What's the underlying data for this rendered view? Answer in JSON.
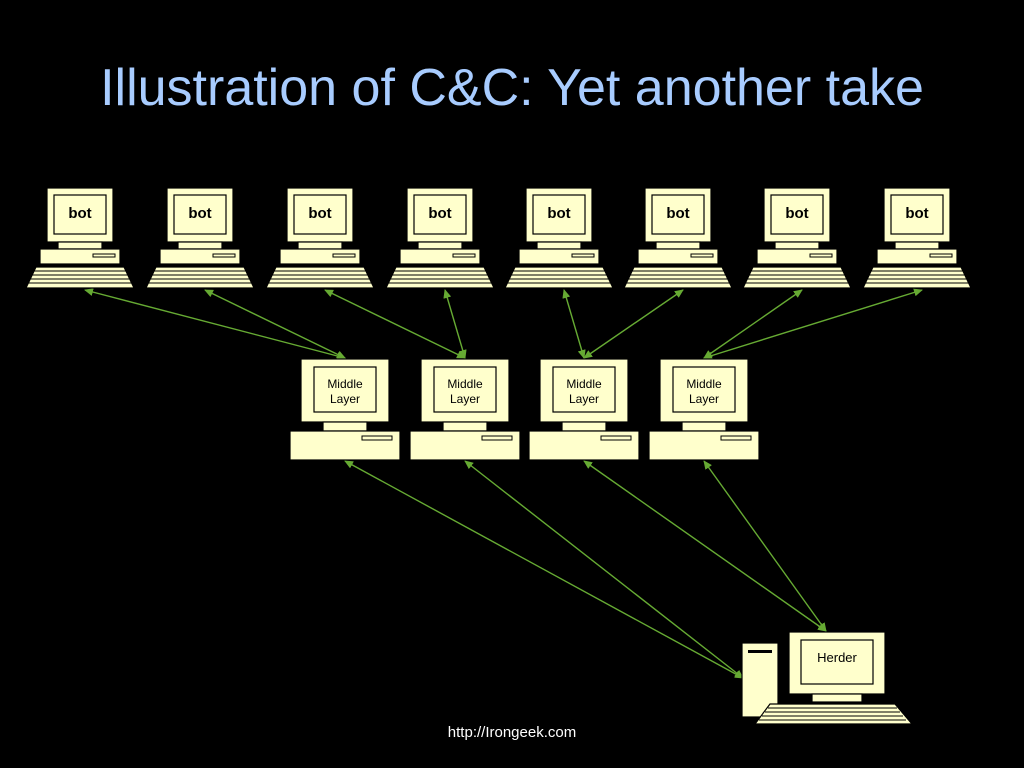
{
  "slide": {
    "title": "Illustration of C&C: Yet another take",
    "footer": "http://Irongeek.com"
  },
  "diagram": {
    "bots": [
      "bot",
      "bot",
      "bot",
      "bot",
      "bot",
      "bot",
      "bot",
      "bot"
    ],
    "middle_layer": [
      {
        "line1": "Middle",
        "line2": "Layer"
      },
      {
        "line1": "Middle",
        "line2": "Layer"
      },
      {
        "line1": "Middle",
        "line2": "Layer"
      },
      {
        "line1": "Middle",
        "line2": "Layer"
      }
    ],
    "herder": "Herder",
    "colors": {
      "computer_fill": "#ffffcc",
      "computer_outline": "#000000",
      "link": "#66aa33",
      "title": "#a8ccff",
      "background": "#000000"
    },
    "links": [
      {
        "from": "bot-0",
        "to": "middle-0"
      },
      {
        "from": "bot-1",
        "to": "middle-0"
      },
      {
        "from": "bot-2",
        "to": "middle-1"
      },
      {
        "from": "bot-3",
        "to": "middle-1"
      },
      {
        "from": "bot-4",
        "to": "middle-2"
      },
      {
        "from": "bot-5",
        "to": "middle-2"
      },
      {
        "from": "bot-6",
        "to": "middle-3"
      },
      {
        "from": "bot-7",
        "to": "middle-3"
      },
      {
        "from": "middle-0",
        "to": "herder"
      },
      {
        "from": "middle-1",
        "to": "herder"
      },
      {
        "from": "middle-2",
        "to": "herder"
      },
      {
        "from": "middle-3",
        "to": "herder"
      }
    ]
  }
}
